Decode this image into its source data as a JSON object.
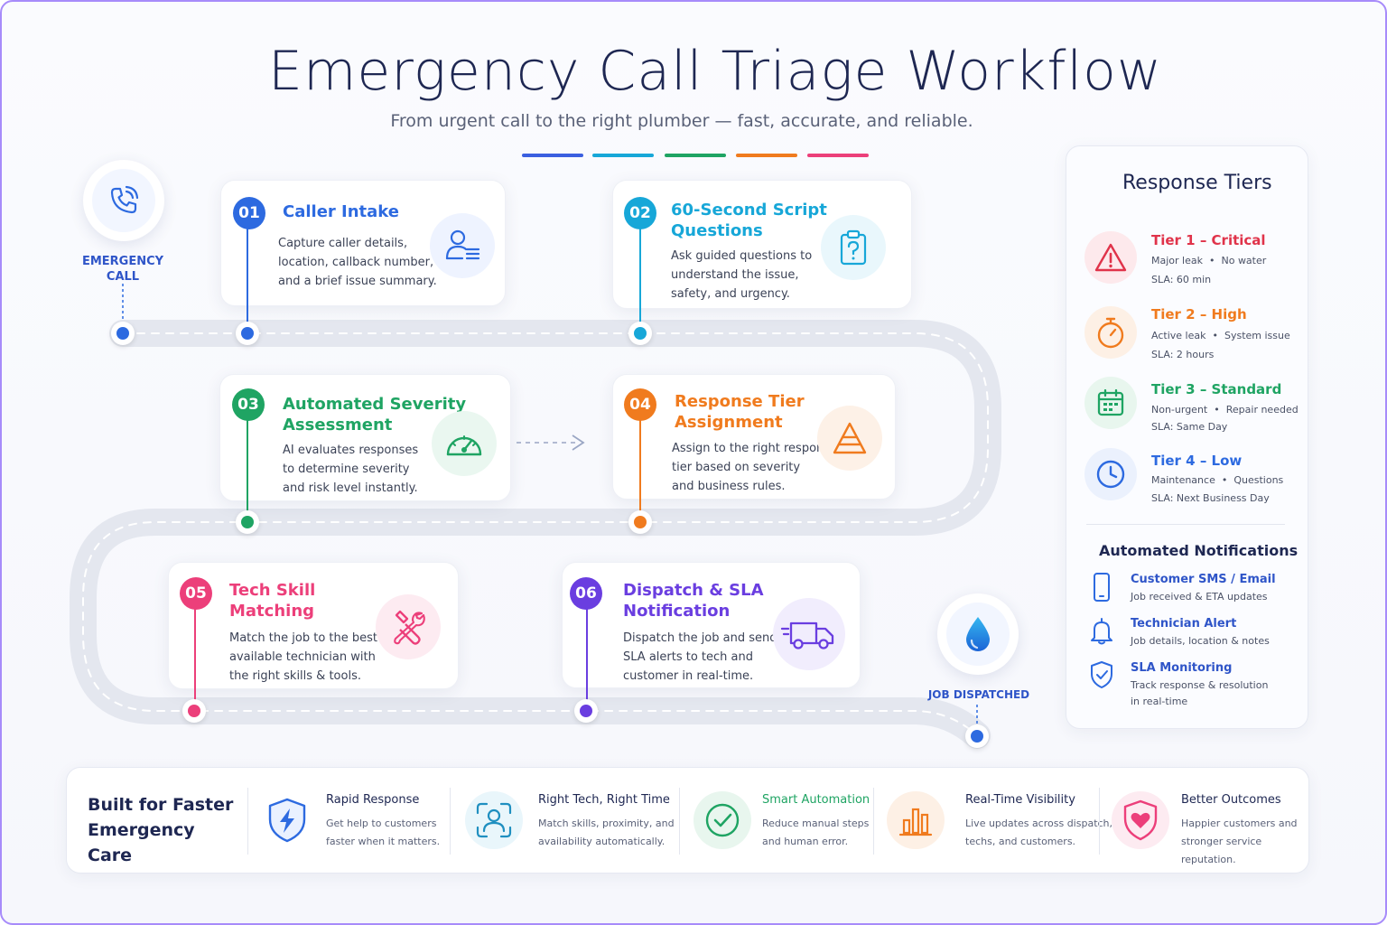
{
  "header": {
    "title": "Emergency Call Triage Workflow",
    "subtitle": "From urgent call to the right plumber — fast, accurate, and reliable."
  },
  "colors": {
    "blue": "#2d6ae0",
    "cyan": "#17a7d8",
    "green": "#1fa463",
    "orange": "#f07b1e",
    "pink": "#ec3f7a",
    "purple": "#6a3ee0",
    "red": "#e0334a"
  },
  "start": {
    "label_line1": "EMERGENCY",
    "label_line2": "CALL",
    "icon": "phone-ringing-icon"
  },
  "end": {
    "label": "JOB DISPATCHED",
    "icon": "water-drop-icon"
  },
  "steps": [
    {
      "num": "01",
      "title_line1": "Caller Intake",
      "title_line2": "",
      "desc_line1": "Capture caller details,",
      "desc_line2": "location, callback number,",
      "desc_line3": "and a brief issue summary.",
      "icon": "user-list-icon"
    },
    {
      "num": "02",
      "title_line1": "60-Second Script",
      "title_line2": "Questions",
      "desc_line1": "Ask guided questions to",
      "desc_line2": "understand the issue,",
      "desc_line3": "safety, and urgency.",
      "icon": "clipboard-question-icon"
    },
    {
      "num": "03",
      "title_line1": "Automated Severity",
      "title_line2": "Assessment",
      "desc_line1": "AI evaluates responses",
      "desc_line2": "to determine severity",
      "desc_line3": "and risk level instantly.",
      "icon": "gauge-icon"
    },
    {
      "num": "04",
      "title_line1": "Response Tier",
      "title_line2": "Assignment",
      "desc_line1": "Assign to the right response",
      "desc_line2": "tier based on severity",
      "desc_line3": "and business rules.",
      "icon": "pyramid-icon"
    },
    {
      "num": "05",
      "title_line1": "Tech Skill",
      "title_line2": "Matching",
      "desc_line1": "Match the job to the best",
      "desc_line2": "available technician with",
      "desc_line3": "the right skills & tools.",
      "icon": "wrench-icon"
    },
    {
      "num": "06",
      "title_line1": "Dispatch & SLA",
      "title_line2": "Notification",
      "desc_line1": "Dispatch the job and send",
      "desc_line2": "SLA alerts to tech and",
      "desc_line3": "customer in real-time.",
      "icon": "truck-icon"
    }
  ],
  "tiers": {
    "title": "Response Tiers",
    "items": [
      {
        "name": "Tier 1 – Critical",
        "tag1": "Major leak",
        "tag2": "No water",
        "sla": "SLA: 60 min",
        "icon": "warning-icon"
      },
      {
        "name": "Tier 2 – High",
        "tag1": "Active leak",
        "tag2": "System issue",
        "sla": "SLA: 2 hours",
        "icon": "stopwatch-icon"
      },
      {
        "name": "Tier 3 – Standard",
        "tag1": "Non-urgent",
        "tag2": "Repair needed",
        "sla": "SLA: Same Day",
        "icon": "calendar-icon"
      },
      {
        "name": "Tier 4 – Low",
        "tag1": "Maintenance",
        "tag2": "Questions",
        "sla": "SLA: Next Business Day",
        "icon": "clock-icon"
      }
    ],
    "separator": "•"
  },
  "notifications": {
    "title": "Automated Notifications",
    "items": [
      {
        "name": "Customer SMS / Email",
        "desc_line1": "Job received & ETA updates",
        "desc_line2": "",
        "icon": "phone-icon"
      },
      {
        "name": "Technician Alert",
        "desc_line1": "Job details, location & notes",
        "desc_line2": "",
        "icon": "bell-icon"
      },
      {
        "name": "SLA Monitoring",
        "desc_line1": "Track response & resolution",
        "desc_line2": "in real-time",
        "icon": "shield-check-icon"
      }
    ]
  },
  "bottom": {
    "title_line1": "Built for Faster",
    "title_line2": "Emergency Care",
    "features": [
      {
        "name": "Rapid Response",
        "desc_line1": "Get help to customers",
        "desc_line2": "faster when it matters.",
        "icon": "shield-bolt-icon"
      },
      {
        "name": "Right Tech, Right Time",
        "desc_line1": "Match skills, proximity, and",
        "desc_line2": "availability automatically.",
        "icon": "user-target-icon"
      },
      {
        "name": "Smart Automation",
        "desc_line1": "Reduce manual steps",
        "desc_line2": "and human error.",
        "icon": "check-circle-icon"
      },
      {
        "name": "Real-Time Visibility",
        "desc_line1": "Live updates across dispatch,",
        "desc_line2": "techs, and customers.",
        "icon": "bar-chart-icon"
      },
      {
        "name": "Better Outcomes",
        "desc_line1": "Happier customers and",
        "desc_line2": "stronger service reputation.",
        "icon": "shield-heart-icon"
      }
    ]
  }
}
